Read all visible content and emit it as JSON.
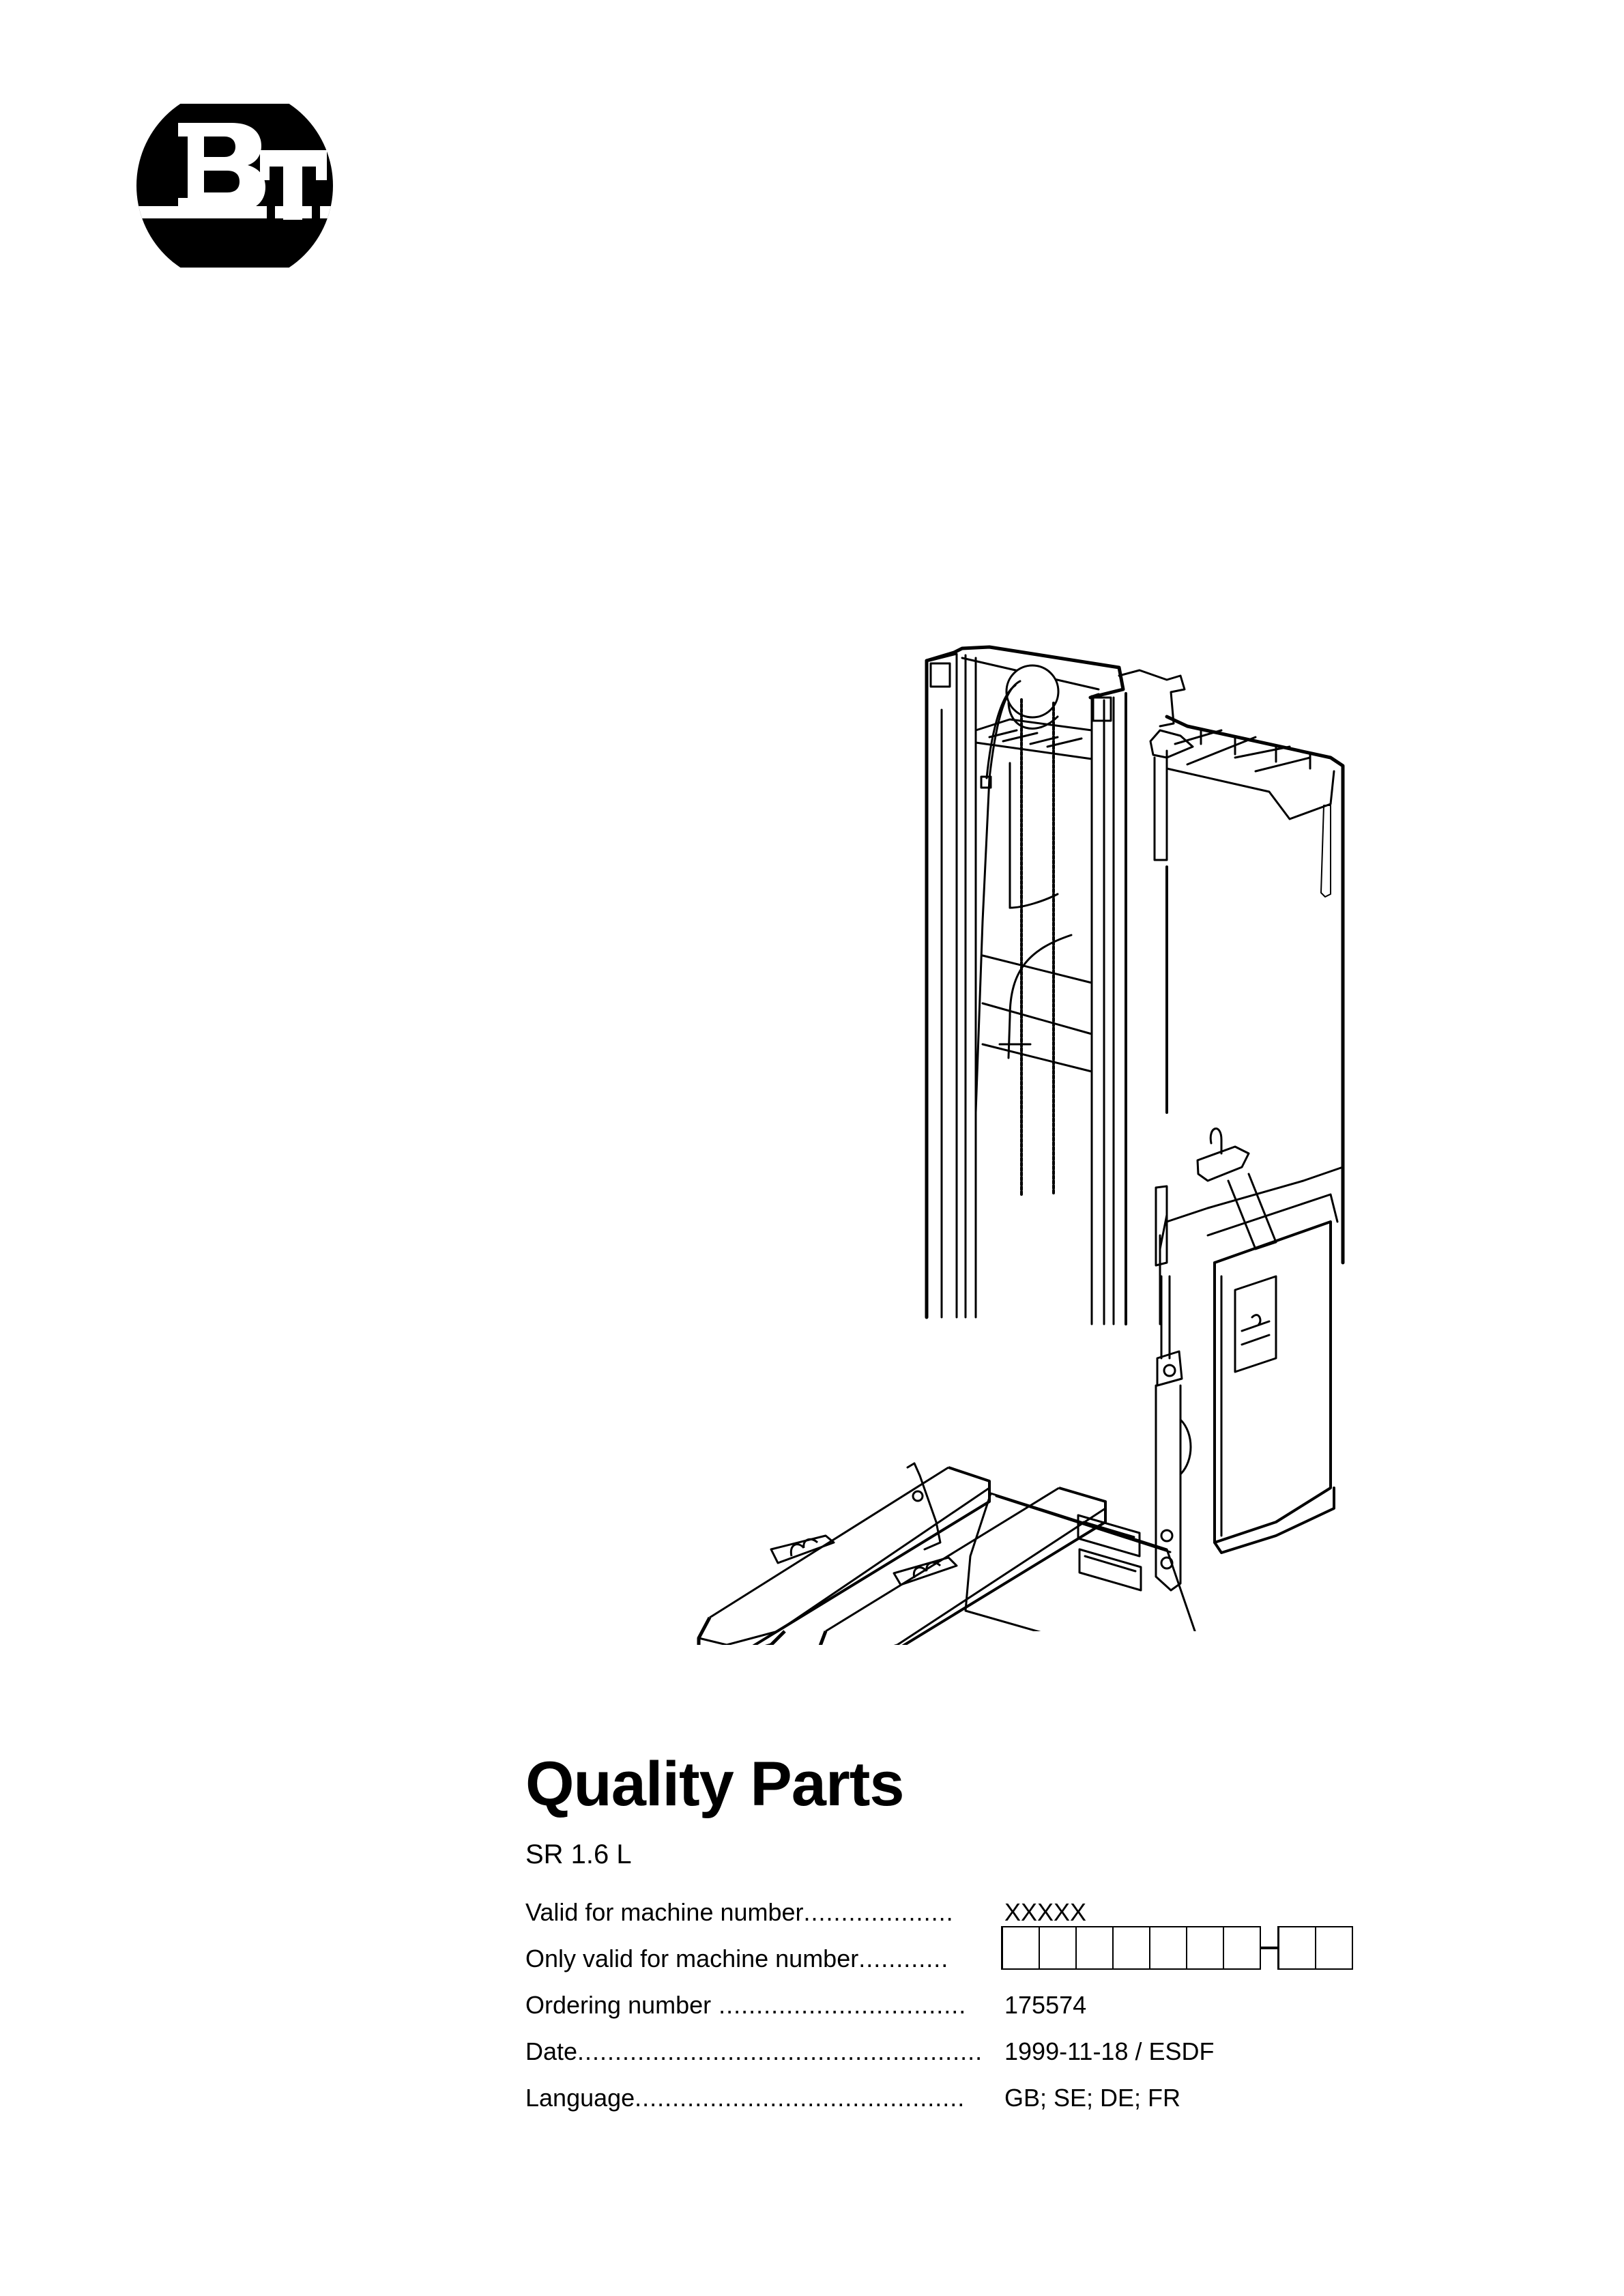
{
  "logo": {
    "text": "BT",
    "icon": "bt-logo-icon"
  },
  "illustration": {
    "subject": "forklift-stacker-illustration"
  },
  "title": "Quality Parts",
  "model": "SR 1.6 L",
  "fields": [
    {
      "label": "Valid for machine number",
      "dots": "....................",
      "value": "XXXXX"
    },
    {
      "label": "Only valid for machine number",
      "dots": "............",
      "value": ""
    },
    {
      "label": "Ordering number",
      "dots": " .................................",
      "value": "175574"
    },
    {
      "label": "Date",
      "dots": "......................................................",
      "value": "1999-11-18 / ESDF"
    },
    {
      "label": "Language",
      "dots": "............................................",
      "value": "GB; SE; DE; FR"
    }
  ],
  "machine_number_boxes": {
    "first_group": 7,
    "second_group": 2,
    "separator": "-"
  },
  "colors": {
    "ink": "#000000",
    "paper": "#ffffff"
  }
}
